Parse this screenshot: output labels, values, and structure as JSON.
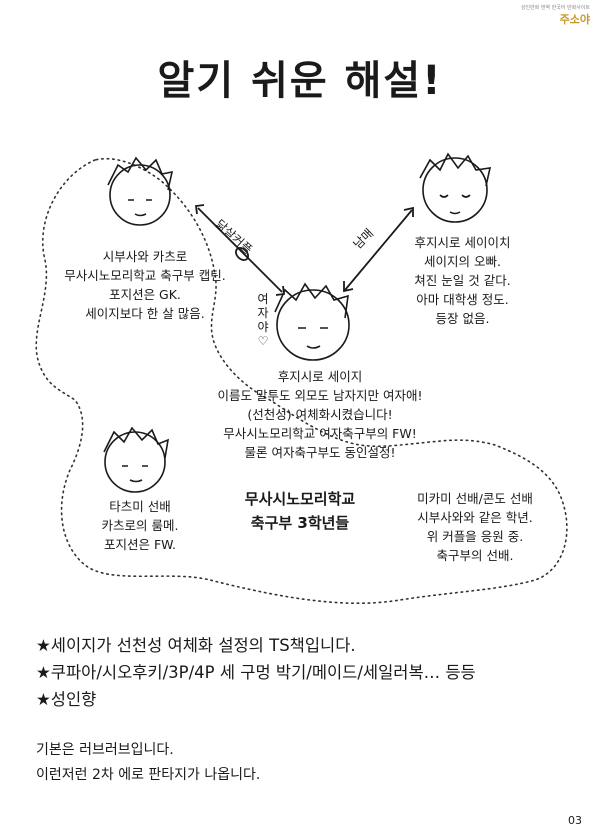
{
  "logo": {
    "tagline": "성인만화 번역 한국어 만화사이트",
    "name": "주소야"
  },
  "title": "알기 쉬운 해설!",
  "relations": {
    "twin": "닮살커플",
    "sibling": "남매",
    "girl": [
      "여",
      "자",
      "야",
      "♡"
    ]
  },
  "characters": {
    "katsuro": [
      "시부사와 카츠로",
      "무사시노모리학교 축구부 캡틴.",
      "포지션은 GK.",
      "세이지보다 한 살 많음."
    ],
    "seiichi": [
      "후지시로 세이이치",
      "세이지의 오빠.",
      "쳐진 눈일 것 같다.",
      "아마 대학생 정도.",
      "등장 없음."
    ],
    "seiji": [
      "후지시로 세이지",
      "이름도 말투도 외모도 남자지만 여자애!",
      "(선천성) 여체화시켰습니다!",
      "무사시노모리학교 여자축구부의 FW!",
      "물론 여자축구부도 동인설정!"
    ],
    "tachimi": [
      "타츠미 선배",
      "카츠로의 룸메.",
      "포지션은 FW."
    ],
    "mikami": [
      "미카미 선배/콘도 선배",
      "시부사와와 같은 학년.",
      "위 커플을 응원 중.",
      "축구부의 선배."
    ]
  },
  "group_label": [
    "무사시노모리학교",
    "축구부 3학년들"
  ],
  "notes": [
    "★세이지가 선천성 여체화 설정의 TS책입니다.",
    "★쿠파아/시오후키/3P/4P 세 구멍 박기/메이드/세일러복… 등등",
    "★성인향"
  ],
  "basic": [
    "기본은 러브러브입니다.",
    "이런저런 2차 에로 판타지가 나옵니다."
  ],
  "page_number": "03"
}
